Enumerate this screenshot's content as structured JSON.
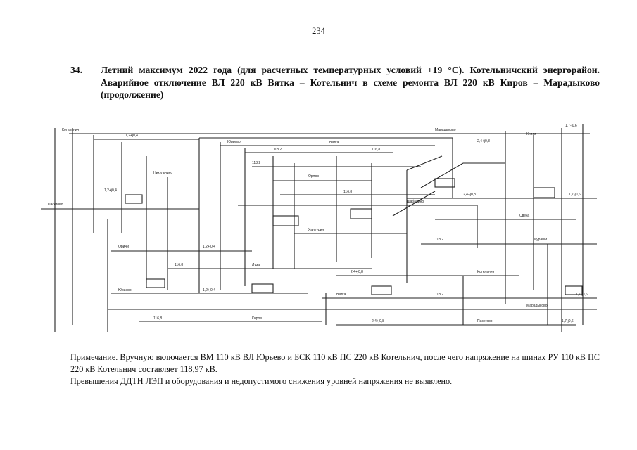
{
  "page": {
    "number": "234"
  },
  "heading": {
    "number": "34.",
    "text": "Летний максимум 2022 года (для расчетных температурных условий +19 °С). Котельничский энергорайон. Аварийное отключение ВЛ 220 кВ Вятка – Котельнич в схеме ремонта ВЛ 220 кВ Киров – Марадыково (продолжение)"
  },
  "note": {
    "line1": "Примечание.  Вручную включается ВМ 110 кВ ВЛ Юрьево и БСК 110 кВ ПС 220 кВ Котельнич, после чего напряжение на шинах РУ 110 кВ ПС 220 кВ Котельнич составляет 118,97 кВ.",
    "line2": "Превышения ДДТН ЛЭП и оборудования и недопустимого снижения уровней напряжения не выявлено."
  },
  "diagram": {
    "kind": "power-flow-schematic",
    "labels": [
      "Котельнич",
      "Юрьево",
      "Вятка",
      "Марадыково",
      "Киров",
      "Пасегово",
      "Никульчино",
      "Орлов",
      "Шабалино",
      "Свеча",
      "Оричи",
      "Халтурин",
      "Мураши",
      "Луза"
    ]
  }
}
